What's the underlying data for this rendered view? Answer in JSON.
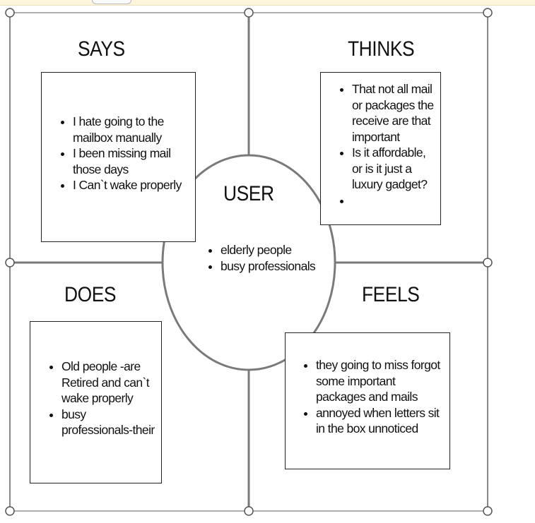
{
  "quadrants": {
    "says": {
      "title": "SAYS",
      "items": [
        "I hate going to the mailbox manually",
        "I been missing mail those days",
        "I Can`t wake properly"
      ]
    },
    "thinks": {
      "title": "THINKS",
      "items": [
        "That not all mail or packages the receive are that important",
        "Is it affordable, or is it just a luxury gadget?",
        ""
      ]
    },
    "does": {
      "title": "DOES",
      "items": [
        "Old people -are Retired and can`t wake properly",
        "busy professionals-their"
      ]
    },
    "feels": {
      "title": "FEELS",
      "items": [
        "they going to miss forgot some important packages and mails",
        "annoyed when letters sit in the box unnoticed"
      ]
    }
  },
  "user": {
    "title": "USER",
    "items": [
      "elderly people",
      "busy professionals"
    ]
  },
  "colors": {
    "frame": "#6e6e6e",
    "divider": "#7a7a7a",
    "box_border": "#222222",
    "topbar": "#fdf6dc"
  }
}
